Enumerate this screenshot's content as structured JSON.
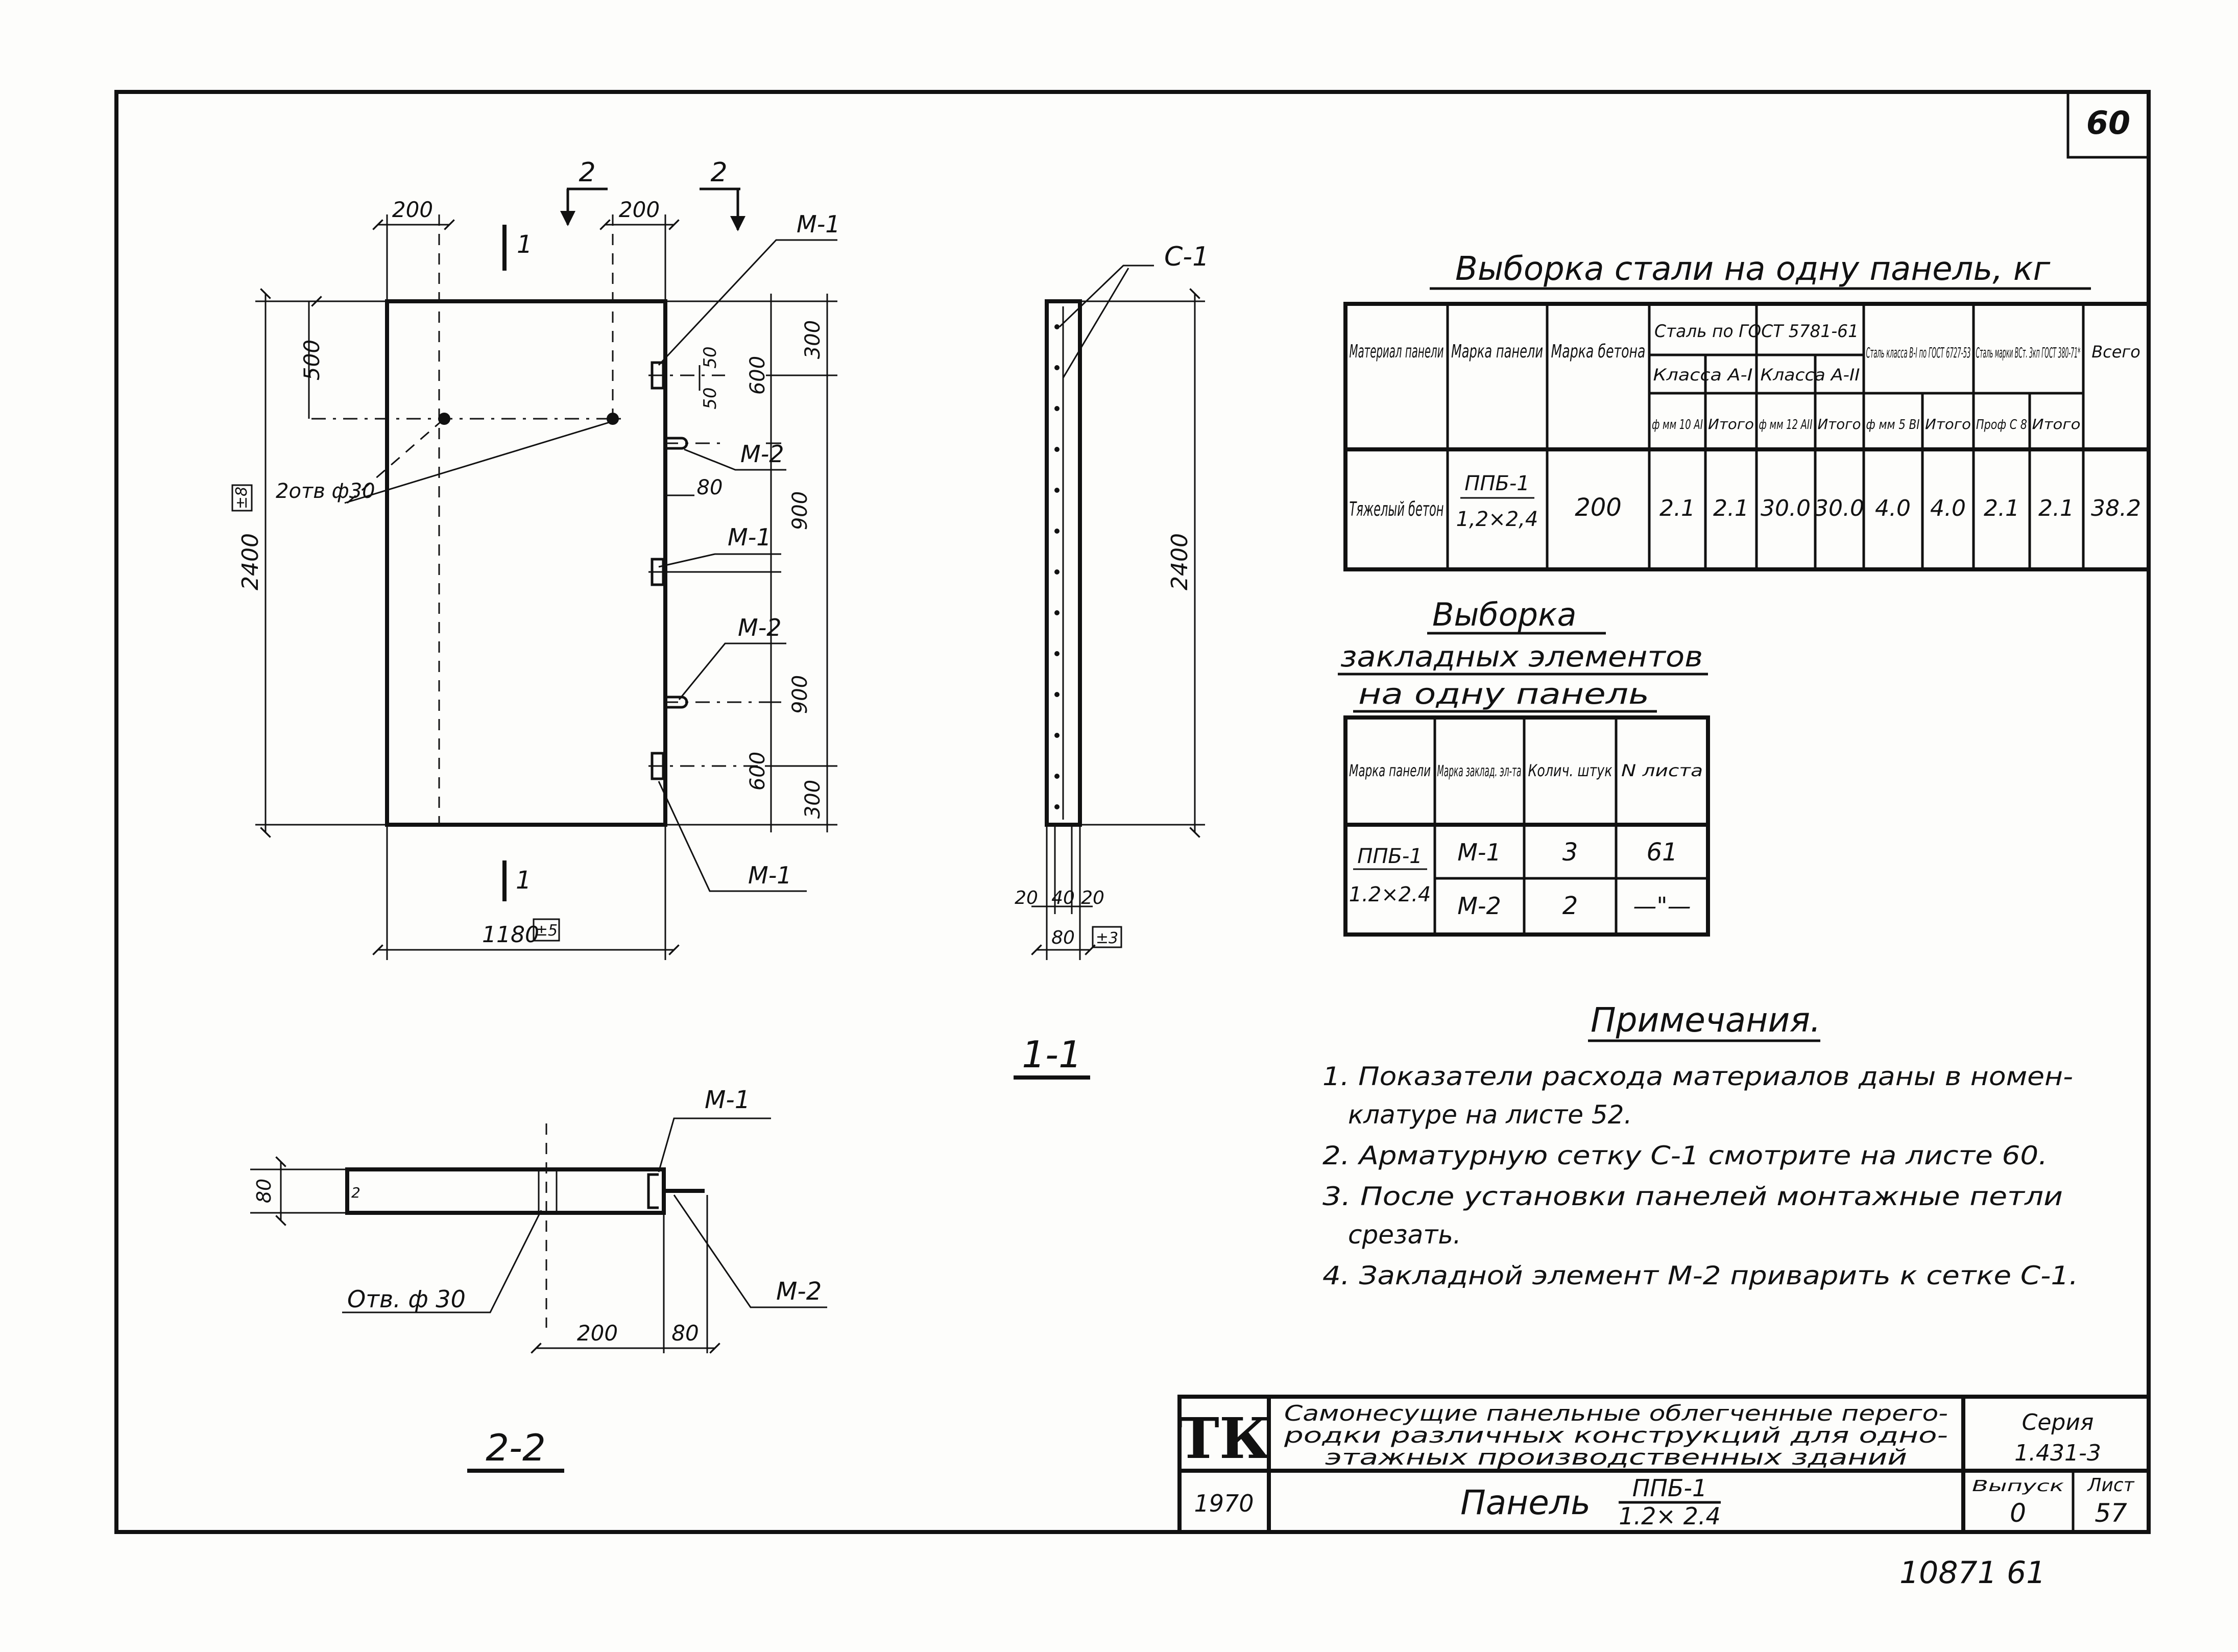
{
  "sheet_number": "60",
  "stamp": "10871  61",
  "front_view": {
    "dims": {
      "top_200_a": "200",
      "top_200_b": "200",
      "left_500": "500",
      "left_total": "2400",
      "left_tol": "±8",
      "bottom_width": "1180",
      "bottom_tol": "±5",
      "right_300_top": "300",
      "right_600_top": "600",
      "right_900_a": "900",
      "right_900_b": "900",
      "right_600_bot": "600",
      "right_300_bot": "300",
      "d50_a": "50",
      "d50_b": "50",
      "d80": "80"
    },
    "cut_1_top": "1",
    "cut_1_bottom": "1",
    "cut_2_a": "2",
    "cut_2_b": "2",
    "holes_label": "2отв ф30",
    "m1_top": "М-1",
    "m2_top": "М-2",
    "m1_mid": "М-1",
    "m2_mid": "М-2",
    "m1_bot": "М-1"
  },
  "section_1_1": {
    "label_c1": "С-1",
    "height": "2400",
    "d20_a": "20",
    "d40": "40",
    "d20_b": "20",
    "d80": "80",
    "tol": "±3",
    "caption": "1-1"
  },
  "section_2_2": {
    "m1": "М-1",
    "m2": "М-2",
    "thickness": "80",
    "inner": "2",
    "hole": "Отв. ф 30",
    "d200": "200",
    "d80": "80",
    "caption": "2-2"
  },
  "steel_table": {
    "title": "Выборка стали на одну панель, кг",
    "h_material": "Материал панели",
    "h_mark": "Марка панели",
    "h_concrete": "Марка бетона",
    "h_gost5781": "Сталь по ГОСТ 5781-61",
    "h_class_a1": "Класса А-I",
    "h_class_a2": "Класса А-II",
    "h_class_b1": "Сталь класса В-I по ГОСТ 6727-53",
    "h_vst": "Сталь марки ВСт. 3кп ГОСТ 380-71*",
    "h_total": "Всего",
    "sub_a1": "ф мм 10 АI",
    "sub_a1_t": "Итого",
    "sub_a2": "ф мм 12 АII",
    "sub_a2_t": "Итого",
    "sub_b1": "ф мм 5 ВI",
    "sub_b1_t": "Итого",
    "sub_vst": "Проф С 8",
    "sub_vst_t": "Итого",
    "row": {
      "material": "Тяжелый бетон",
      "mark_top": "ППБ-1",
      "mark_bot": "1,2×2,4",
      "concrete": "200",
      "a1": "2.1",
      "a1_t": "2.1",
      "a2": "30.0",
      "a2_t": "30.0",
      "b1": "4.0",
      "b1_t": "4.0",
      "vst": "2.1",
      "vst_t": "2.1",
      "total": "38.2"
    }
  },
  "embed_table": {
    "title_1": "Выборка",
    "title_2": "закладных элементов",
    "title_3": "на одну панель",
    "h_mark": "Марка панели",
    "h_emark": "Марка заклад. эл-та",
    "h_qty": "Колич. штук",
    "h_sheet": "N листа",
    "mark_top": "ППБ-1",
    "mark_bot": "1.2×2.4",
    "rows": [
      {
        "mark": "М-1",
        "qty": "3",
        "sheet": "61"
      },
      {
        "mark": "М-2",
        "qty": "2",
        "sheet": "—\"—"
      }
    ]
  },
  "notes": {
    "title": "Примечания.",
    "lines": [
      "1. Показатели расхода материалов даны в номен-",
      "клатуре на листе 52.",
      "2. Арматурную сетку С-1 смотрите на листе 60.",
      "3. После установки панелей монтажные петли",
      "срезать.",
      "4. Закладной элемент М-2 приварить к сетке С-1."
    ]
  },
  "title_block": {
    "logo": "ТК",
    "desc_1": "Самонесущие панельные облегченные перего-",
    "desc_2": "родки различных конструкций для одно-",
    "desc_3": "этажных производственных зданий",
    "series_label": "Серия",
    "series": "1.431-3",
    "year": "1970",
    "panel": "Панель",
    "panel_mark_top": "ППБ-1",
    "panel_mark_bot": "1.2× 2.4",
    "issue_label": "Выпуск",
    "issue": "0",
    "sheet_label": "Лист",
    "sheet": "57"
  }
}
